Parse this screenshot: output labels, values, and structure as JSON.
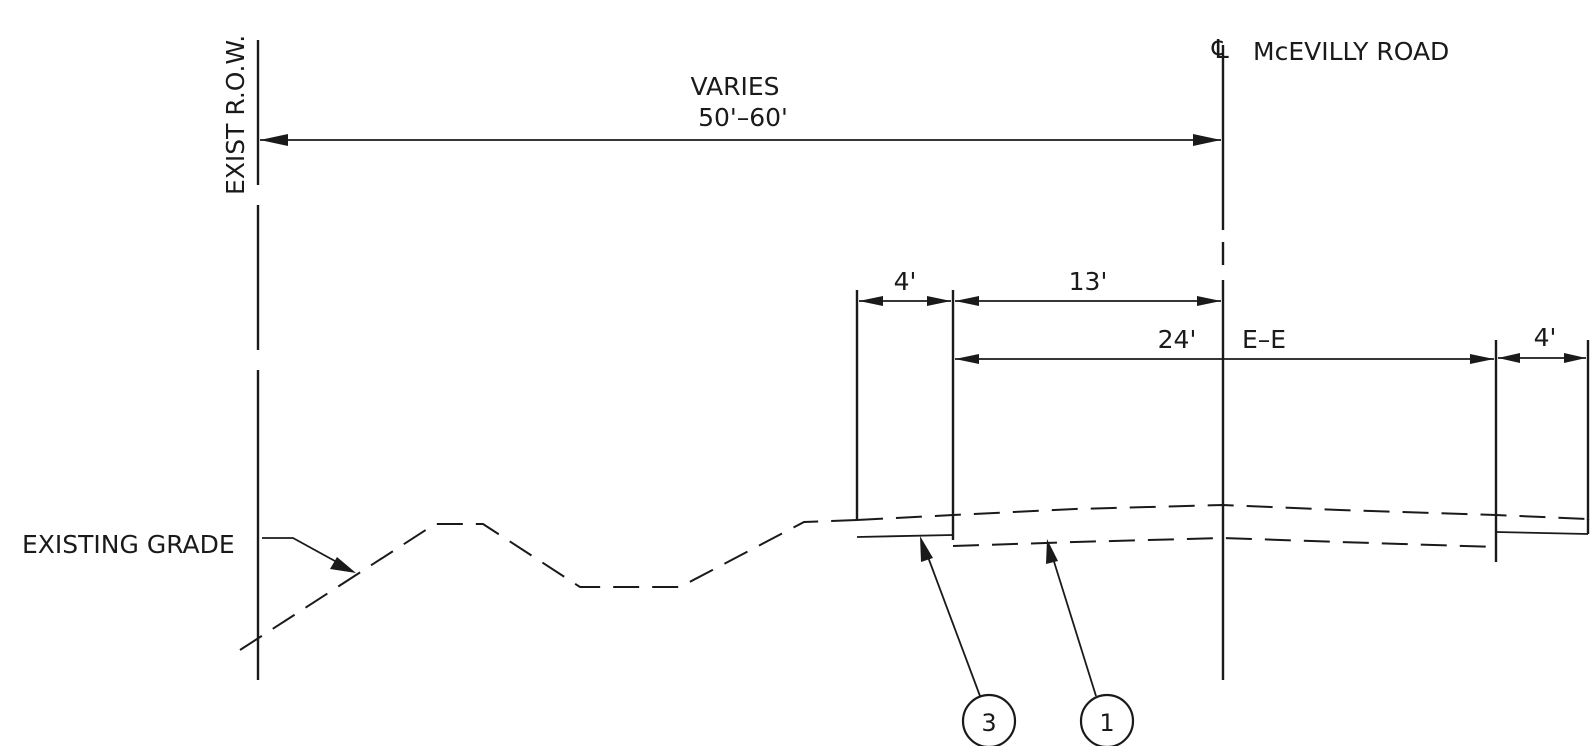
{
  "labels": {
    "exist_row": "EXIST R.O.W.",
    "centerline_symbol": "℄",
    "road_name": "McEVILLY ROAD",
    "varies": "VARIES",
    "varies_range": "50'–60'",
    "dim_4_left": "4'",
    "dim_13": "13'",
    "dim_24_value": "24'",
    "dim_24_suffix": "E–E",
    "dim_4_right": "4'",
    "existing_grade": "EXISTING GRADE",
    "callout_3": "3",
    "callout_1": "1"
  }
}
